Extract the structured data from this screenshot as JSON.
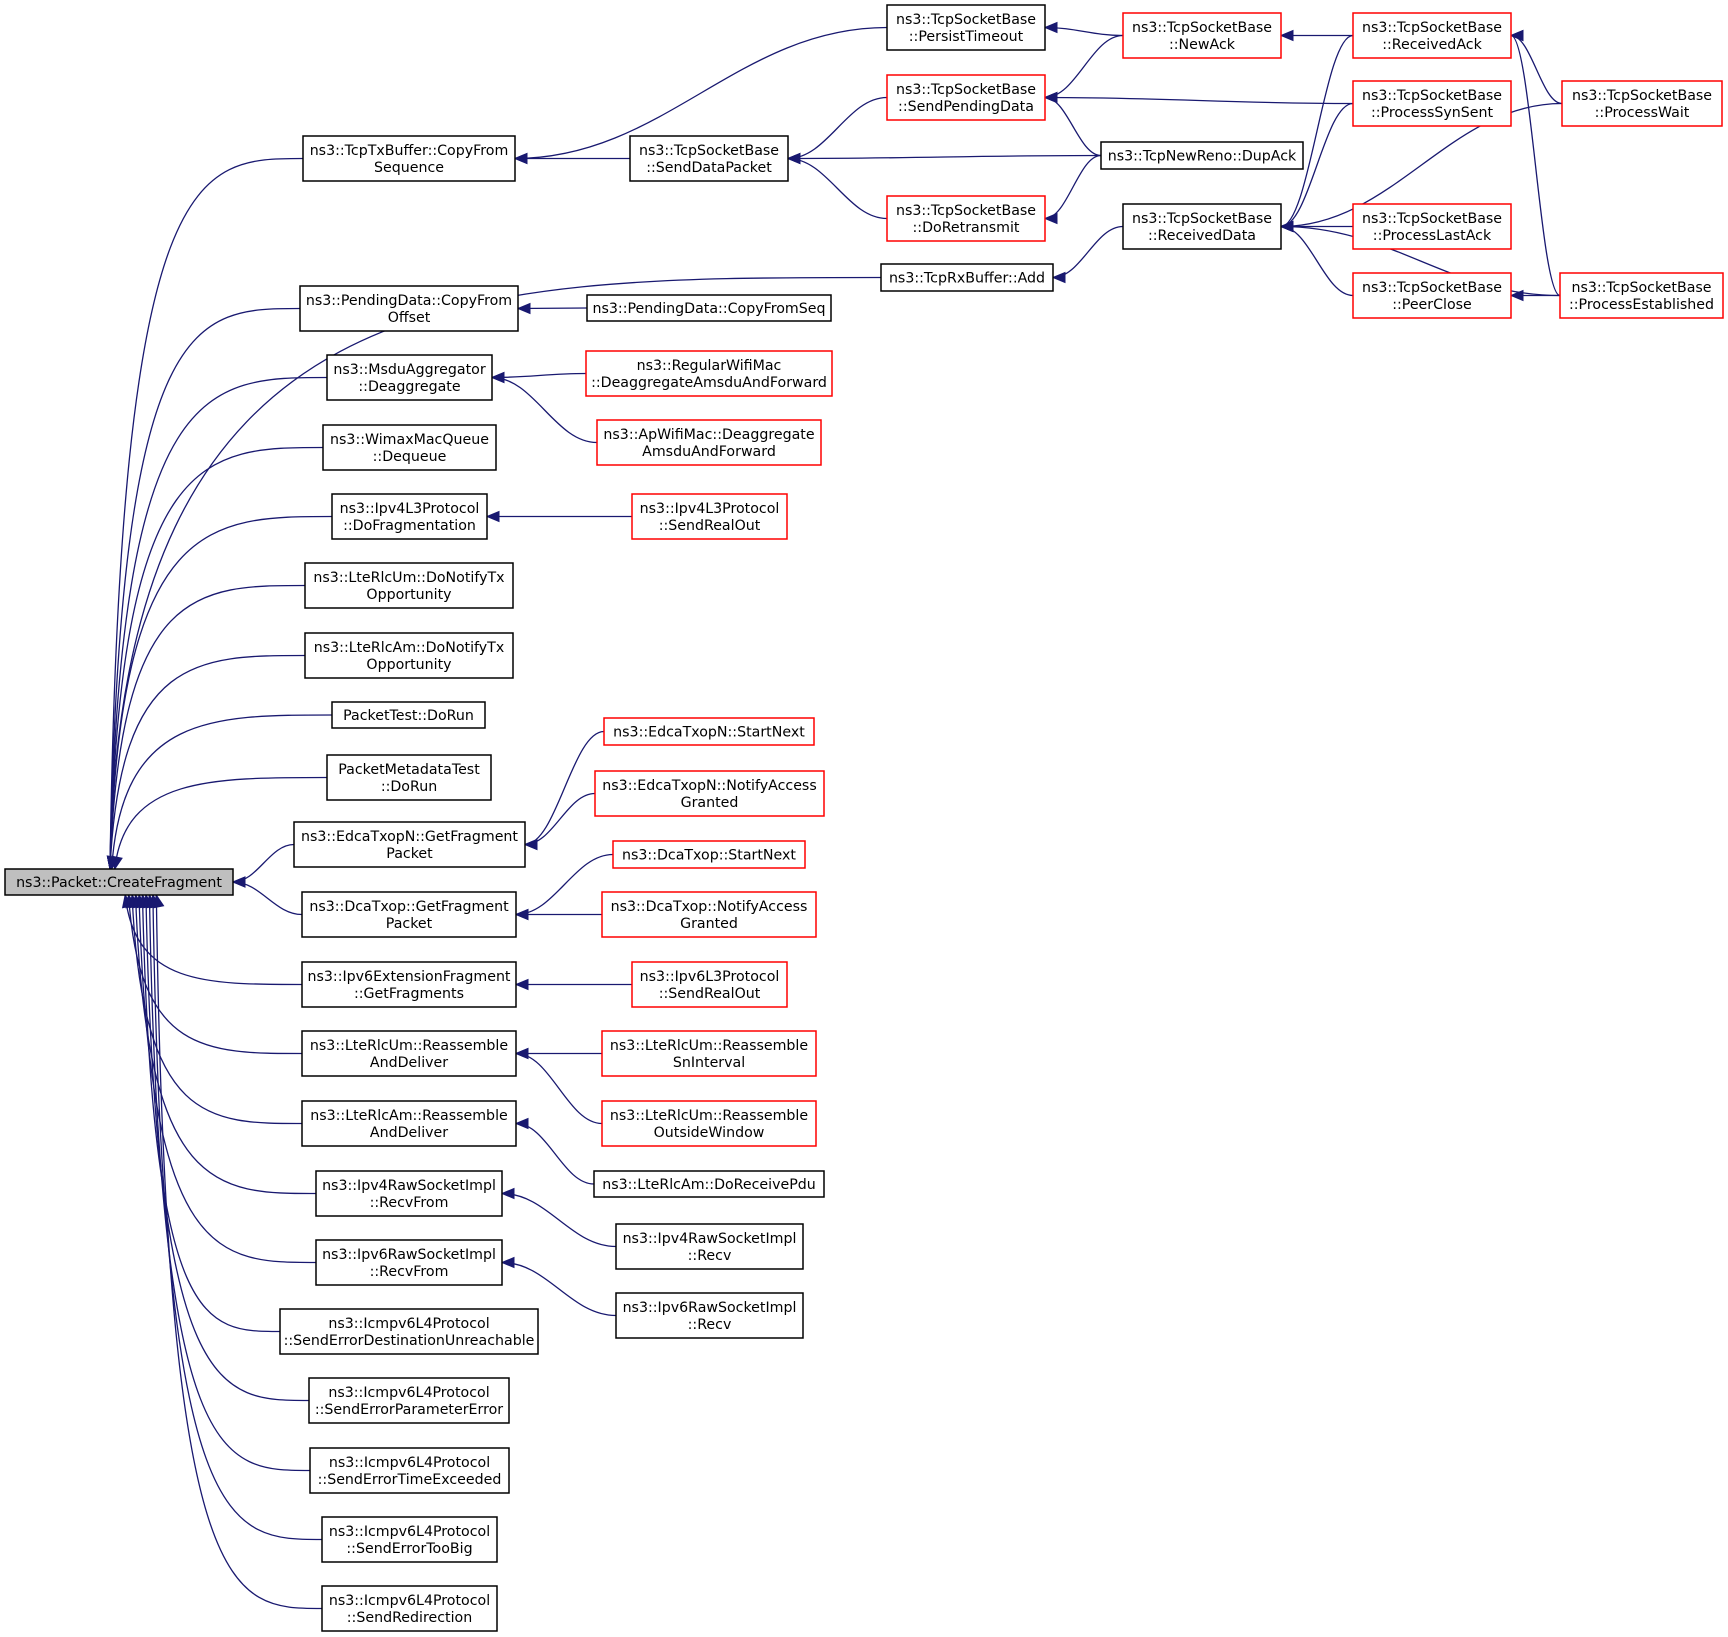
{
  "graph": {
    "root_id": "root",
    "colors": {
      "edge": "#191970",
      "border": "#000000",
      "border_red": "#ff0000",
      "root_fill": "#bfbfbf"
    },
    "nodes": [
      {
        "id": "root",
        "lines": [
          "ns3::Packet::CreateFragment"
        ],
        "style": "root"
      },
      {
        "id": "tcptx",
        "lines": [
          "ns3::TcpTxBuffer::CopyFrom",
          "Sequence"
        ],
        "style": "black"
      },
      {
        "id": "pending",
        "lines": [
          "ns3::PendingData::CopyFrom",
          "Offset"
        ],
        "style": "black"
      },
      {
        "id": "msdu",
        "lines": [
          "ns3::MsduAggregator",
          "::Deaggregate"
        ],
        "style": "black"
      },
      {
        "id": "wimax",
        "lines": [
          "ns3::WimaxMacQueue",
          "::Dequeue"
        ],
        "style": "black"
      },
      {
        "id": "ipv4frag",
        "lines": [
          "ns3::Ipv4L3Protocol",
          "::DoFragmentation"
        ],
        "style": "black"
      },
      {
        "id": "rlcumnotify",
        "lines": [
          "ns3::LteRlcUm::DoNotifyTx",
          "Opportunity"
        ],
        "style": "black"
      },
      {
        "id": "rlcamnotify",
        "lines": [
          "ns3::LteRlcAm::DoNotifyTx",
          "Opportunity"
        ],
        "style": "black"
      },
      {
        "id": "packettest",
        "lines": [
          "PacketTest::DoRun"
        ],
        "style": "black"
      },
      {
        "id": "pmdtest",
        "lines": [
          "PacketMetadataTest",
          "::DoRun"
        ],
        "style": "black"
      },
      {
        "id": "edcafrag",
        "lines": [
          "ns3::EdcaTxopN::GetFragment",
          "Packet"
        ],
        "style": "black"
      },
      {
        "id": "dcafrag",
        "lines": [
          "ns3::DcaTxop::GetFragment",
          "Packet"
        ],
        "style": "black"
      },
      {
        "id": "ipv6ext",
        "lines": [
          "ns3::Ipv6ExtensionFragment",
          "::GetFragments"
        ],
        "style": "black"
      },
      {
        "id": "rlcumreasm",
        "lines": [
          "ns3::LteRlcUm::Reassemble",
          "AndDeliver"
        ],
        "style": "black"
      },
      {
        "id": "rlcamreasm",
        "lines": [
          "ns3::LteRlcAm::Reassemble",
          "AndDeliver"
        ],
        "style": "black"
      },
      {
        "id": "ipv4rawrecvfrom",
        "lines": [
          "ns3::Ipv4RawSocketImpl",
          "::RecvFrom"
        ],
        "style": "black"
      },
      {
        "id": "ipv6rawrecvfrom",
        "lines": [
          "ns3::Ipv6RawSocketImpl",
          "::RecvFrom"
        ],
        "style": "black"
      },
      {
        "id": "icmp4unreach",
        "lines": [
          "ns3::Icmpv6L4Protocol",
          "::SendErrorDestinationUnreachable"
        ],
        "style": "black"
      },
      {
        "id": "icmpparam",
        "lines": [
          "ns3::Icmpv6L4Protocol",
          "::SendErrorParameterError"
        ],
        "style": "black"
      },
      {
        "id": "icmptime",
        "lines": [
          "ns3::Icmpv6L4Protocol",
          "::SendErrorTimeExceeded"
        ],
        "style": "black"
      },
      {
        "id": "icmpbig",
        "lines": [
          "ns3::Icmpv6L4Protocol",
          "::SendErrorTooBig"
        ],
        "style": "black"
      },
      {
        "id": "icmpredir",
        "lines": [
          "ns3::Icmpv6L4Protocol",
          "::SendRedirection"
        ],
        "style": "black"
      },
      {
        "id": "persist",
        "lines": [
          "ns3::TcpSocketBase",
          "::PersistTimeout"
        ],
        "style": "black"
      },
      {
        "id": "senddatapkt",
        "lines": [
          "ns3::TcpSocketBase",
          "::SendDataPacket"
        ],
        "style": "black"
      },
      {
        "id": "sendpending",
        "lines": [
          "ns3::TcpSocketBase",
          "::SendPendingData"
        ],
        "style": "red"
      },
      {
        "id": "doretransmit",
        "lines": [
          "ns3::TcpSocketBase",
          "::DoRetransmit"
        ],
        "style": "red"
      },
      {
        "id": "rxadd",
        "lines": [
          "ns3::TcpRxBuffer::Add"
        ],
        "style": "black"
      },
      {
        "id": "copyfromseq",
        "lines": [
          "ns3::PendingData::CopyFromSeq"
        ],
        "style": "black"
      },
      {
        "id": "regwifi",
        "lines": [
          "ns3::RegularWifiMac",
          "::DeaggregateAmsduAndForward"
        ],
        "style": "red"
      },
      {
        "id": "apwifi",
        "lines": [
          "ns3::ApWifiMac::Deaggregate",
          "AmsduAndForward"
        ],
        "style": "red"
      },
      {
        "id": "ipv4sendrealout",
        "lines": [
          "ns3::Ipv4L3Protocol",
          "::SendRealOut"
        ],
        "style": "red"
      },
      {
        "id": "edcastart",
        "lines": [
          "ns3::EdcaTxopN::StartNext"
        ],
        "style": "red"
      },
      {
        "id": "edcanotify",
        "lines": [
          "ns3::EdcaTxopN::NotifyAccess",
          "Granted"
        ],
        "style": "red"
      },
      {
        "id": "dcastart",
        "lines": [
          "ns3::DcaTxop::StartNext"
        ],
        "style": "red"
      },
      {
        "id": "dcanotify",
        "lines": [
          "ns3::DcaTxop::NotifyAccess",
          "Granted"
        ],
        "style": "red"
      },
      {
        "id": "ipv6sendrealout",
        "lines": [
          "ns3::Ipv6L3Protocol",
          "::SendRealOut"
        ],
        "style": "red"
      },
      {
        "id": "rlcumsn",
        "lines": [
          "ns3::LteRlcUm::Reassemble",
          "SnInterval"
        ],
        "style": "red"
      },
      {
        "id": "rlcumoutside",
        "lines": [
          "ns3::LteRlcUm::Reassemble",
          "OutsideWindow"
        ],
        "style": "red"
      },
      {
        "id": "rlcamrecvpdu",
        "lines": [
          "ns3::LteRlcAm::DoReceivePdu"
        ],
        "style": "black"
      },
      {
        "id": "ipv4rawrecv",
        "lines": [
          "ns3::Ipv4RawSocketImpl",
          "::Recv"
        ],
        "style": "black"
      },
      {
        "id": "ipv6rawrecv",
        "lines": [
          "ns3::Ipv6RawSocketImpl",
          "::Recv"
        ],
        "style": "black"
      },
      {
        "id": "newack",
        "lines": [
          "ns3::TcpSocketBase",
          "::NewAck"
        ],
        "style": "red"
      },
      {
        "id": "dupack",
        "lines": [
          "ns3::TcpNewReno::DupAck"
        ],
        "style": "black"
      },
      {
        "id": "receiveddata",
        "lines": [
          "ns3::TcpSocketBase",
          "::ReceivedData"
        ],
        "style": "black"
      },
      {
        "id": "receivedack",
        "lines": [
          "ns3::TcpSocketBase",
          "::ReceivedAck"
        ],
        "style": "red"
      },
      {
        "id": "processsynsent",
        "lines": [
          "ns3::TcpSocketBase",
          "::ProcessSynSent"
        ],
        "style": "red"
      },
      {
        "id": "processlastack",
        "lines": [
          "ns3::TcpSocketBase",
          "::ProcessLastAck"
        ],
        "style": "red"
      },
      {
        "id": "peerclose",
        "lines": [
          "ns3::TcpSocketBase",
          "::PeerClose"
        ],
        "style": "red"
      },
      {
        "id": "processwait",
        "lines": [
          "ns3::TcpSocketBase",
          "::ProcessWait"
        ],
        "style": "red"
      },
      {
        "id": "processestablished",
        "lines": [
          "ns3::TcpSocketBase",
          "::ProcessEstablished"
        ],
        "style": "red"
      }
    ],
    "edges": [
      [
        "tcptx",
        "root"
      ],
      [
        "pending",
        "root"
      ],
      [
        "msdu",
        "root"
      ],
      [
        "wimax",
        "root"
      ],
      [
        "ipv4frag",
        "root"
      ],
      [
        "rlcumnotify",
        "root"
      ],
      [
        "rlcamnotify",
        "root"
      ],
      [
        "packettest",
        "root"
      ],
      [
        "pmdtest",
        "root"
      ],
      [
        "edcafrag",
        "root"
      ],
      [
        "dcafrag",
        "root"
      ],
      [
        "ipv6ext",
        "root"
      ],
      [
        "rlcumreasm",
        "root"
      ],
      [
        "rlcamreasm",
        "root"
      ],
      [
        "ipv4rawrecvfrom",
        "root"
      ],
      [
        "ipv6rawrecvfrom",
        "root"
      ],
      [
        "icmp4unreach",
        "root"
      ],
      [
        "icmpparam",
        "root"
      ],
      [
        "icmptime",
        "root"
      ],
      [
        "icmpbig",
        "root"
      ],
      [
        "icmpredir",
        "root"
      ],
      [
        "rxadd",
        "root"
      ],
      [
        "persist",
        "tcptx"
      ],
      [
        "senddatapkt",
        "tcptx"
      ],
      [
        "sendpending",
        "senddatapkt"
      ],
      [
        "dupack",
        "senddatapkt"
      ],
      [
        "doretransmit",
        "senddatapkt"
      ],
      [
        "newack",
        "persist"
      ],
      [
        "newack",
        "sendpending"
      ],
      [
        "processsynsent",
        "sendpending"
      ],
      [
        "dupack",
        "sendpending"
      ],
      [
        "dupack",
        "doretransmit"
      ],
      [
        "receivedack",
        "newack"
      ],
      [
        "receivedack",
        "receiveddata"
      ],
      [
        "processsynsent",
        "receiveddata"
      ],
      [
        "processwait",
        "receiveddata"
      ],
      [
        "processlastack",
        "receiveddata"
      ],
      [
        "peerclose",
        "receiveddata"
      ],
      [
        "processestablished",
        "receiveddata"
      ],
      [
        "processwait",
        "receivedack"
      ],
      [
        "processestablished",
        "receivedack"
      ],
      [
        "processestablished",
        "peerclose"
      ],
      [
        "receiveddata",
        "rxadd"
      ],
      [
        "copyfromseq",
        "pending"
      ],
      [
        "regwifi",
        "msdu"
      ],
      [
        "apwifi",
        "msdu"
      ],
      [
        "ipv4sendrealout",
        "ipv4frag"
      ],
      [
        "edcastart",
        "edcafrag"
      ],
      [
        "edcanotify",
        "edcafrag"
      ],
      [
        "dcastart",
        "dcafrag"
      ],
      [
        "dcanotify",
        "dcafrag"
      ],
      [
        "ipv6sendrealout",
        "ipv6ext"
      ],
      [
        "rlcumsn",
        "rlcumreasm"
      ],
      [
        "rlcumoutside",
        "rlcumreasm"
      ],
      [
        "rlcamrecvpdu",
        "rlcamreasm"
      ],
      [
        "ipv4rawrecv",
        "ipv4rawrecvfrom"
      ],
      [
        "ipv6rawrecv",
        "ipv6rawrecvfrom"
      ]
    ]
  }
}
